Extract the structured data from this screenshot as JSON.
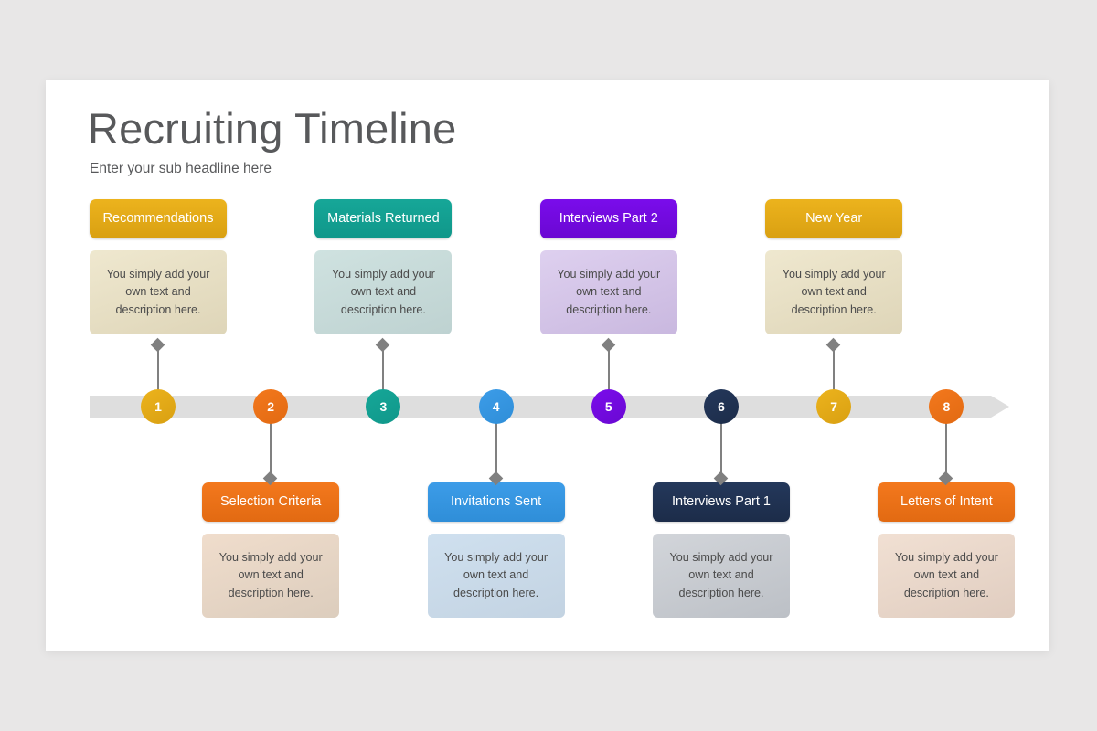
{
  "slide": {
    "title": "Recruiting Timeline",
    "subtitle": "Enter your sub headline here",
    "background": "#e8e7e7",
    "surface": "#ffffff",
    "rail_color": "#dedede",
    "connector_color": "#808080"
  },
  "body_text": "You simply add your own text and description here.",
  "timeline": {
    "type": "alternating-milestone-timeline",
    "milestone_count": 8,
    "items": [
      {
        "number": "1",
        "label": "Recommendations",
        "body": "You simply add your own text and description here.",
        "position": "top",
        "accent": "#ecb31d",
        "accent_dark": "#d9a012",
        "tint_top": "#efe8cf",
        "tint_bottom": "#ded5b8"
      },
      {
        "number": "2",
        "label": "Selection Criteria",
        "body": "You simply add your own text and description here.",
        "position": "bottom",
        "accent": "#f3781d",
        "accent_dark": "#e26a12",
        "tint_top": "#f0ddcc",
        "tint_bottom": "#dccdbd"
      },
      {
        "number": "3",
        "label": "Materials Returned",
        "body": "You simply add your own text and description here.",
        "position": "top",
        "accent": "#16a798",
        "accent_dark": "#10978a",
        "tint_top": "#cfe2e0",
        "tint_bottom": "#bed2d1"
      },
      {
        "number": "4",
        "label": "Invitations Sent",
        "body": "You simply add your own text and description here.",
        "position": "bottom",
        "accent": "#3c9ce8",
        "accent_dark": "#2f8ed8",
        "tint_top": "#cfe0ef",
        "tint_bottom": "#c3d3e2"
      },
      {
        "number": "5",
        "label": "Interviews Part 2",
        "body": "You simply add your own text and description here.",
        "position": "top",
        "accent": "#7a0ceb",
        "accent_dark": "#6a08d2",
        "tint_top": "#ded0ef",
        "tint_bottom": "#c9b8df"
      },
      {
        "number": "6",
        "label": "Interviews Part 1",
        "body": "You simply add your own text and description here.",
        "position": "bottom",
        "accent": "#24385b",
        "accent_dark": "#1c2c49",
        "tint_top": "#d2d5da",
        "tint_bottom": "#bcc0c6"
      },
      {
        "number": "7",
        "label": "New Year",
        "body": "You simply add your own text and description here.",
        "position": "top",
        "accent": "#ecb31d",
        "accent_dark": "#d9a012",
        "tint_top": "#efe8cf",
        "tint_bottom": "#ded5b8"
      },
      {
        "number": "8",
        "label": "Letters of Intent",
        "body": "You simply add your own text and description here.",
        "position": "bottom",
        "accent": "#f3781d",
        "accent_dark": "#e26a12",
        "tint_top": "#f1e0d3",
        "tint_bottom": "#e0cdc0"
      }
    ]
  }
}
